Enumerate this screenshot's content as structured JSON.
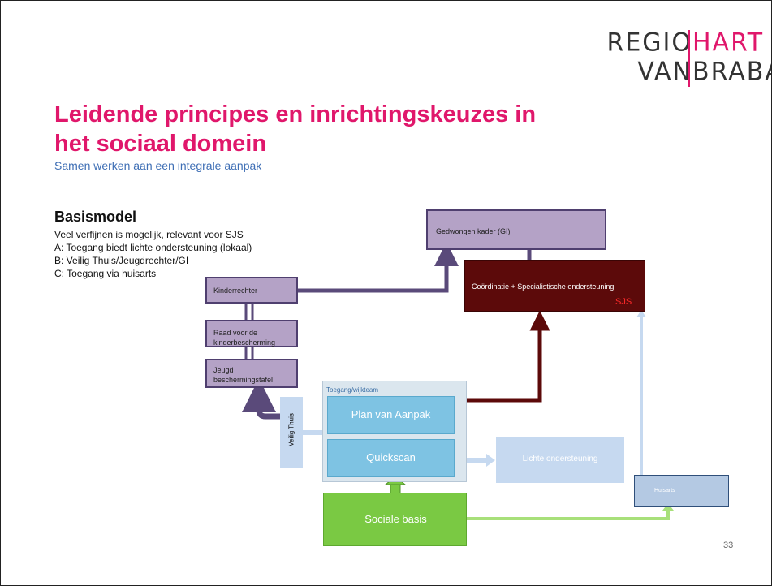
{
  "logo": {
    "line1_left": "REGIO",
    "line1_right": "HART",
    "line2_left": "VAN",
    "line2_right": "BRABANT"
  },
  "title": "Leidende principes en inrichtingskeuzes in het sociaal domein",
  "subtitle": "Samen werken aan een integrale aanpak",
  "basismodel": {
    "heading": "Basismodel",
    "lines": [
      "Veel verfijnen is mogelijk, relevant voor SJS",
      "A:  Toegang biedt lichte ondersteuning (lokaal)",
      "B:  Veilig Thuis/Jeugdrechter/GI",
      "C:  Toegang via huisarts"
    ]
  },
  "diagram": {
    "gedwongen_kader": "Gedwongen kader (GI)",
    "coordinatie": "Coördinatie + Specialistische ondersteuning",
    "sjs": "SJS",
    "kinderrechter": "Kinderrechter",
    "raad": "Raad voor de kinderbescherming",
    "jeugd": "Jeugd beschermingstafel",
    "veilig_thuis": "Veilig Thuis",
    "toegang": "Toegang/wijkteam",
    "plan": "Plan van Aanpak",
    "quickscan": "Quickscan",
    "lichte": "Lichte ondersteuning",
    "sociale_basis": "Sociale basis",
    "huisarts": "Huisarts"
  },
  "colors": {
    "brand_pink": "#e0176b",
    "purple_fill": "#b4a2c6",
    "dark_red": "#5c0a0a",
    "light_blue": "#7ec3e3",
    "green": "#7ac943"
  },
  "page_number": "33"
}
